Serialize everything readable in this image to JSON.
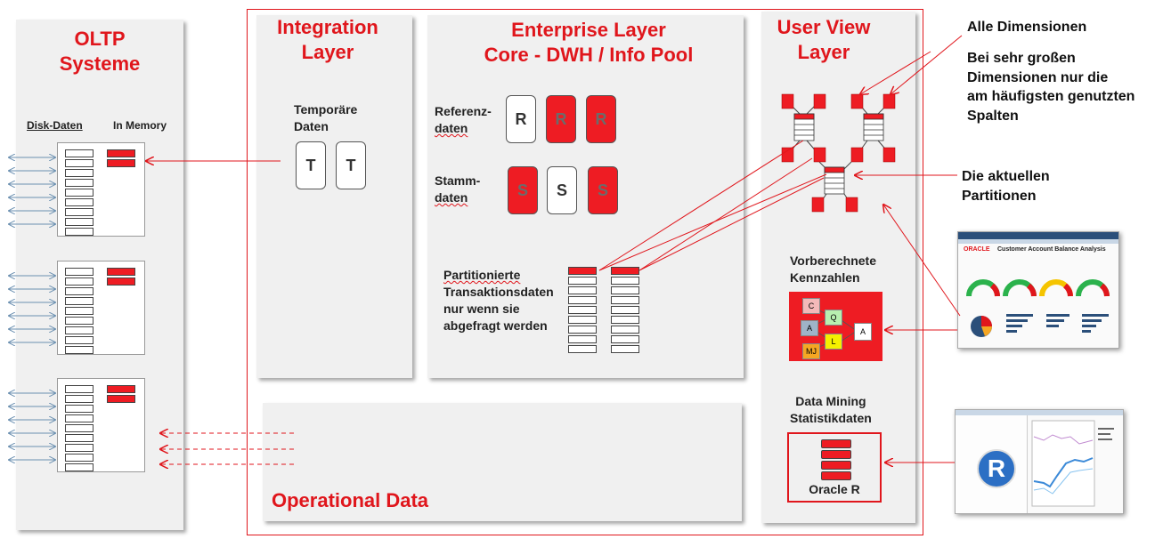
{
  "oltp": {
    "title_line1": "OLTP",
    "title_line2": "Systeme",
    "disk_label": "Disk-Daten",
    "memory_label": "In Memory"
  },
  "integration": {
    "title_line1": "Integration",
    "title_line2": "Layer",
    "temp_line1": "Temporäre",
    "temp_line2": "Daten",
    "tile_letter": "T"
  },
  "enterprise": {
    "title_line1": "Enterprise Layer",
    "title_line2": "Core - DWH / Info Pool",
    "ref_line1": "Referenz-",
    "ref_line2": "daten",
    "ref_letter": "R",
    "stamm_line1": "Stamm-",
    "stamm_line2": "daten",
    "stamm_letter": "S",
    "part_line1": "Partitionierte",
    "part_line2": "Transaktionsdaten",
    "part_line3": "nur wenn sie",
    "part_line4": "abgefragt werden"
  },
  "userview": {
    "title_line1": "User View",
    "title_line2": "Layer",
    "kpi_line1": "Vorberechnete",
    "kpi_line2": "Kennzahlen",
    "kpi_nodes": [
      "C",
      "Q",
      "A",
      "L",
      "MJ",
      "A"
    ],
    "mining_line1": "Data Mining",
    "mining_line2": "Statistikdaten",
    "oracle_r": "Oracle R"
  },
  "operational": {
    "title": "Operational Data"
  },
  "annotations": {
    "alle": "Alle Dimensionen",
    "gross_line1": "Bei sehr großen",
    "gross_line2": "Dimensionen nur die",
    "gross_line3": "am häufigsten genutzten",
    "gross_line4": "Spalten",
    "akt_line1": "Die aktuellen",
    "akt_line2": "Partitionen"
  },
  "screenshot_dashboard": {
    "brand": "ORACLE",
    "heading": "Customer Account Balance Analysis"
  },
  "screenshot_r": {
    "logo_letter": "R"
  },
  "colors": {
    "accent": "#e0161c",
    "panel": "#f0f0f0",
    "arrow_blue": "#6a8fb0"
  }
}
